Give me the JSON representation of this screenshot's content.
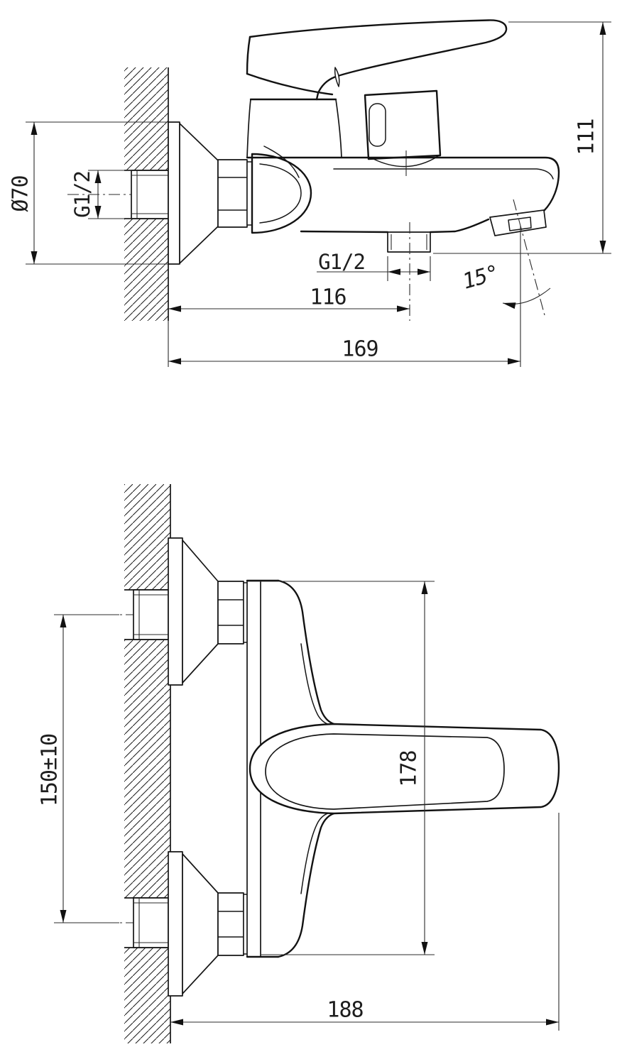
{
  "document": {
    "type": "technical-drawing",
    "subject": "wall-mounted single-lever bath mixer faucet",
    "background_color": "#ffffff",
    "line_color": "#121212"
  },
  "views": {
    "side_view": {
      "name": "side elevation",
      "labels": {
        "flange_diameter": "Ø70",
        "wall_thread": "G1/2",
        "overall_height": "111",
        "spout_thread": "G1/2",
        "spout_offset": "116",
        "aerator_offset": "169",
        "spout_angle": "15°"
      }
    },
    "plan_view": {
      "name": "plan view",
      "labels": {
        "inlet_spacing": "150±10",
        "body_depth": "178",
        "overall_depth": "188"
      }
    }
  }
}
